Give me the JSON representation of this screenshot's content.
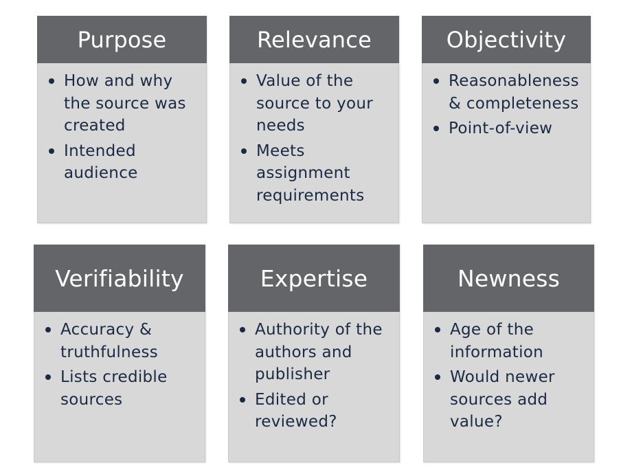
{
  "cards": [
    {
      "title": "Purpose",
      "items": [
        "How and why the source was created",
        "Intended audience"
      ]
    },
    {
      "title": "Relevance",
      "items": [
        "Value of the source to your needs",
        "Meets assignment requirements"
      ]
    },
    {
      "title": "Objectivity",
      "items": [
        "Reasonableness & completeness",
        "Point-of-view"
      ]
    },
    {
      "title": "Verifiability",
      "items": [
        "Accuracy & truthfulness",
        "Lists credible sources"
      ]
    },
    {
      "title": "Expertise",
      "items": [
        "Authority of the authors and publisher",
        "Edited or reviewed?"
      ]
    },
    {
      "title": "Newness",
      "items": [
        "Age of the information",
        "Would newer sources add value?"
      ]
    }
  ],
  "colors": {
    "header_bg": "#646568",
    "body_bg": "#d8d8d8",
    "text": "#1b2a44"
  }
}
